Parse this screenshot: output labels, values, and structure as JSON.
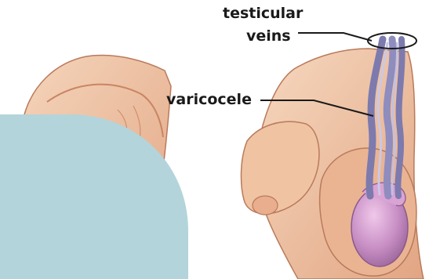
{
  "labels": {
    "testicular_veins_line1": "testicular",
    "testicular_veins_line2": "veins",
    "varicocele": "varicocele"
  },
  "colors": {
    "background": "#ffffff",
    "skin": "#f1c7a7",
    "skin_shadow": "#d99a78",
    "skin_outline": "#b97a5b",
    "vein": "#9b99c4",
    "vein_dark": "#6f6c9e",
    "testis": "#c78ec4",
    "testis_light": "#e6b5df",
    "overlay_shape": "#b3d4da",
    "leader_line": "#1a1a1a"
  }
}
